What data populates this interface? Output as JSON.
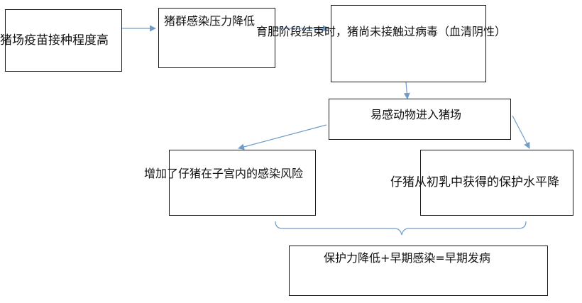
{
  "diagram": {
    "nodes": {
      "high_vaccination": "猪场疫苗接种程度高",
      "low_infection_pressure": "猪群感染压力降低",
      "finishing_seronegative": "育肥阶段结束时，猪尚未接触过病毒（血清阴性）",
      "susceptible_enter": "易感动物进入猪场",
      "in_utero_risk": "增加了仔猪在子宫内的感染风险",
      "colostrum_protection_drop": "仔猪从初乳中获得的保护水平降",
      "outcome": "保护力降低+早期感染=早期发病"
    },
    "colors": {
      "arrow": "#6f9cc9",
      "border": "#1a1a1a",
      "text": "#111111"
    }
  }
}
